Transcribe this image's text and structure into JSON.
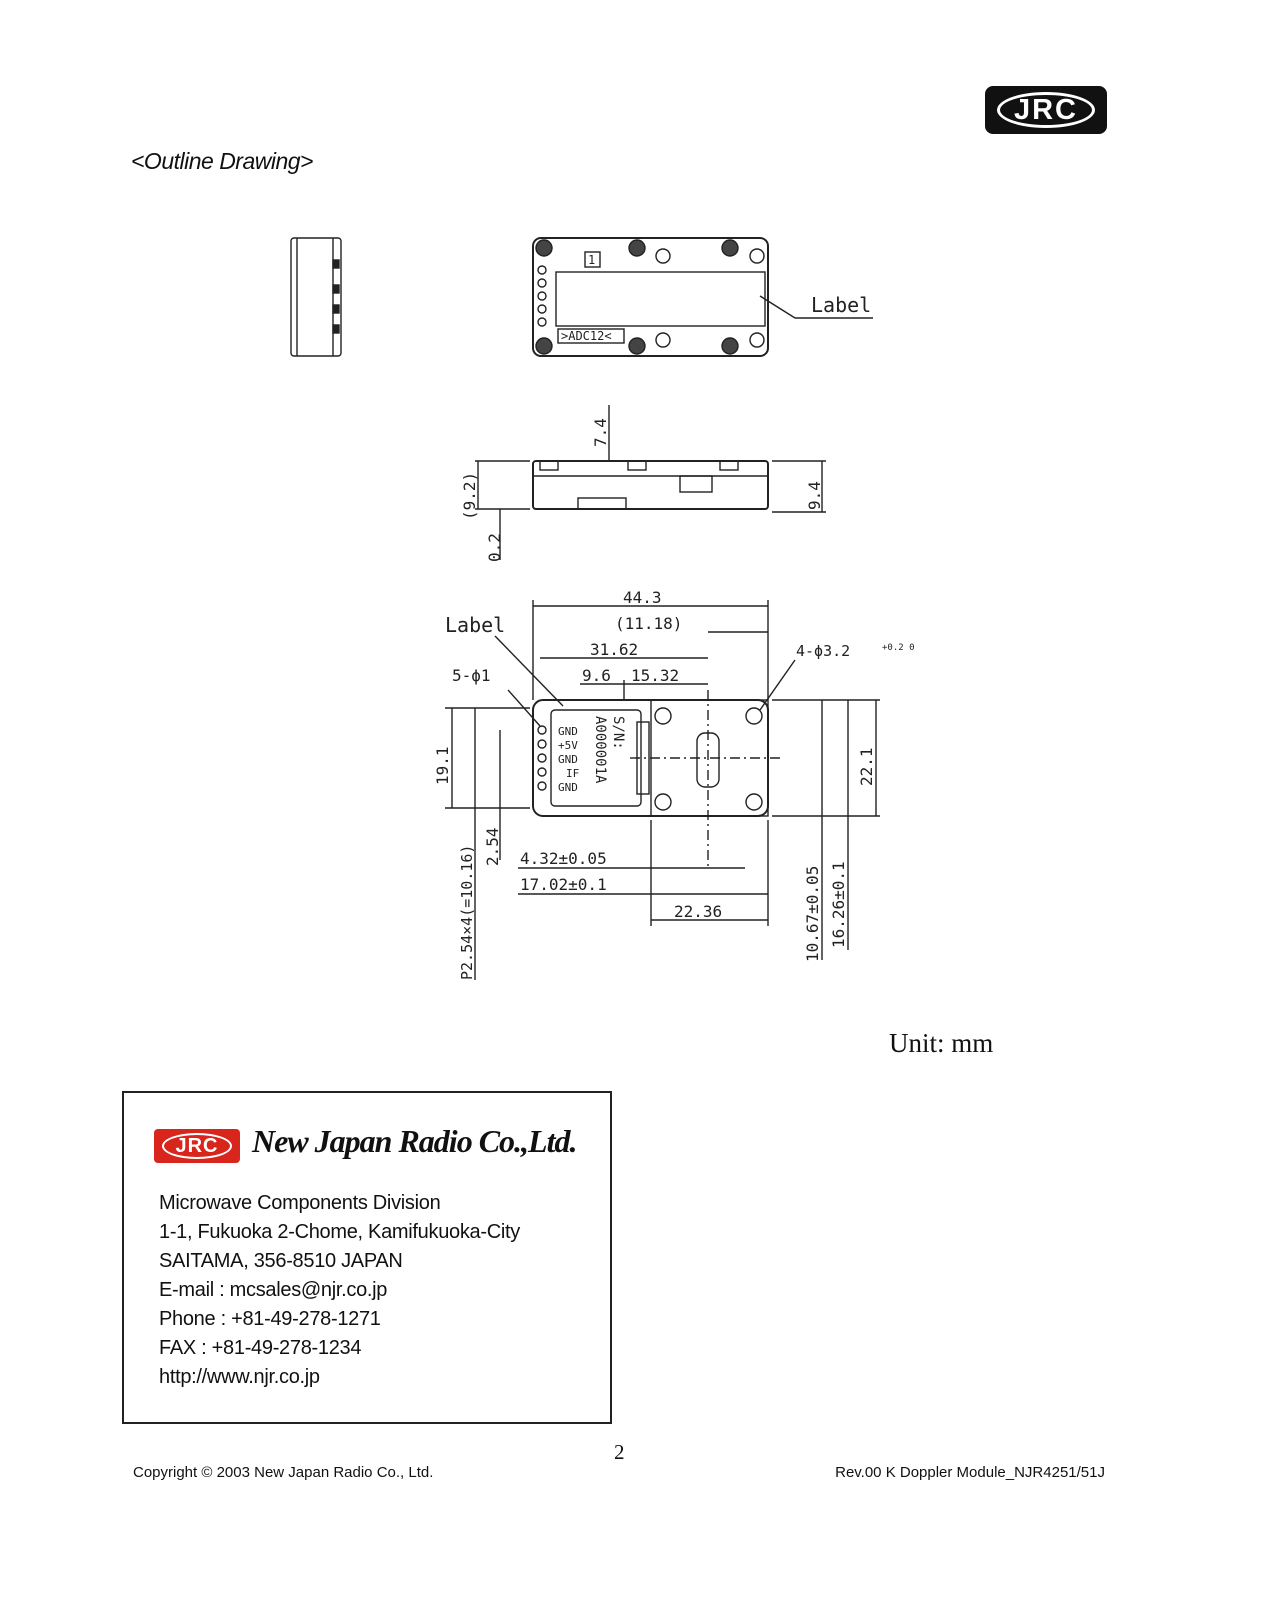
{
  "header": {
    "logo_text": "JRC",
    "section_title": "<Outline Drawing>"
  },
  "drawing": {
    "callout_label_top": "Label",
    "callout_label_bottom": "Label",
    "part_marking": ">ADC12<",
    "pin_one_marker": "1",
    "serial_prefix": "S/N:",
    "serial_number": "A000001A",
    "pins": [
      "GND",
      "+5V",
      "GND",
      "IF",
      "GND"
    ],
    "dimensions": {
      "height_overall": "7.4",
      "height_bracket": "(9.2)",
      "height_side": "9.4",
      "height_gap": "0.2",
      "width_overall": "44.3",
      "width_bracket": "(11.18)",
      "width_31": "31.62",
      "width_96": "9.6",
      "width_1532": "15.32",
      "holes_mount": "4-ϕ3.2",
      "holes_mount_tol": "+0.2 0",
      "holes_pins": "5-ϕ1",
      "height_191": "19.1",
      "height_221": "22.1",
      "pitch_254": "2.54",
      "pitch_total": "P2.54×4(=10.16)",
      "offset_432": "4.32±0.05",
      "offset_1702": "17.02±0.1",
      "offset_2236": "22.36",
      "offset_1067": "10.67±0.05",
      "offset_1626": "16.26±0.1"
    },
    "unit_label": "Unit: mm"
  },
  "contact": {
    "logo_text": "JRC",
    "company_name": "New Japan Radio Co.,Ltd.",
    "lines": [
      "Microwave Components Division",
      "1-1, Fukuoka 2-Chome, Kamifukuoka-City",
      "SAITAMA, 356-8510 JAPAN",
      "E-mail : mcsales@njr.co.jp",
      "Phone : +81-49-278-1271",
      "FAX : +81-49-278-1234",
      "http://www.njr.co.jp"
    ]
  },
  "footer": {
    "page_number": "2",
    "copyright": "Copyright © 2003 New Japan Radio Co., Ltd.",
    "revision": "Rev.00 K Doppler Module_NJR4251/51J"
  }
}
